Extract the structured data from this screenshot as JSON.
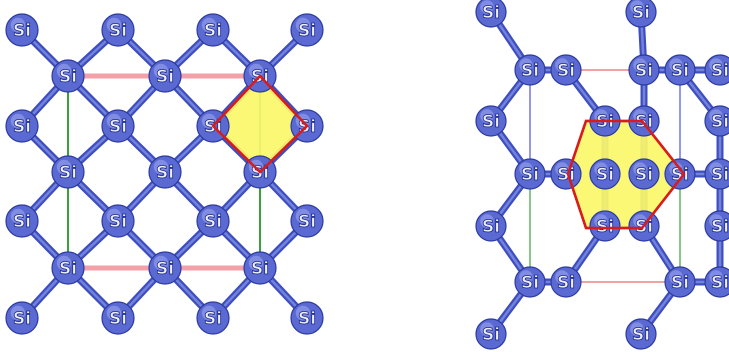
{
  "atom_label": "Si",
  "colors": {
    "bond": "#3d4fc0",
    "atom": "#5a6ad2",
    "unit_cell_red": "#f4a0a8",
    "unit_cell_green": "#3aa03a",
    "unit_cell_blue": "#4b55d8",
    "ring_fill": "#fbf86a",
    "ring_stroke": "#d81c1c"
  },
  "panels": [
    {
      "view": "square-projection",
      "highlighted_ring": "four-membered (diamond)"
    },
    {
      "view": "hexagonal-projection",
      "highlighted_ring": "six-membered (hexagon)"
    }
  ]
}
